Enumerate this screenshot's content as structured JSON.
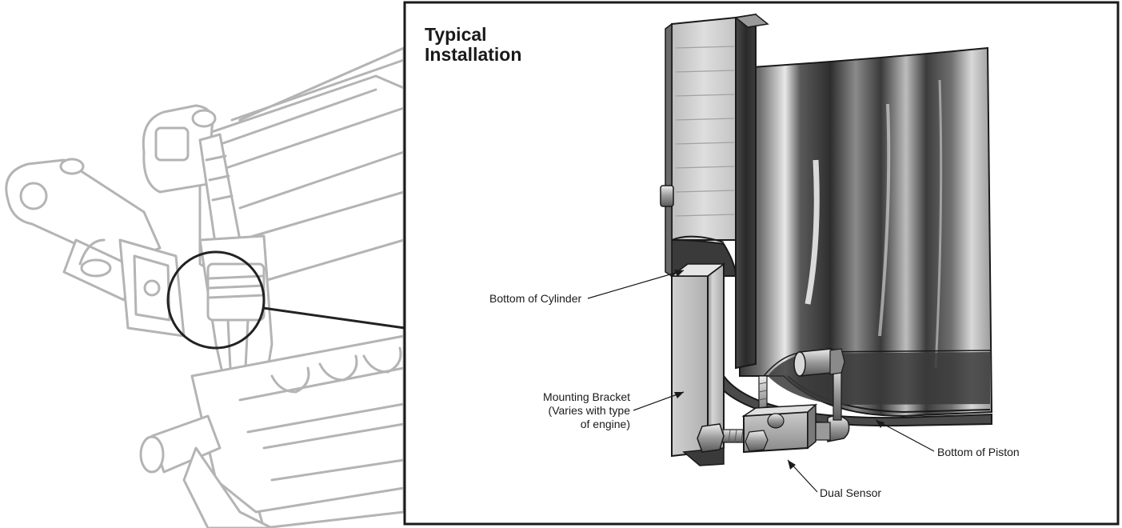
{
  "title": {
    "line1": "Typical",
    "line2": "Installation"
  },
  "labels": {
    "cylinder": "Bottom of Cylinder",
    "bracket": [
      "Mounting Bracket",
      "(Varies with type",
      "of engine)"
    ],
    "piston": "Bottom of Piston",
    "sensor": "Dual Sensor"
  },
  "colors": {
    "frame": "#1a1a1a",
    "engine_line": "#b4b4b4",
    "metal_dark": "#3c3c3c",
    "metal_light": "#cfcfcf"
  }
}
